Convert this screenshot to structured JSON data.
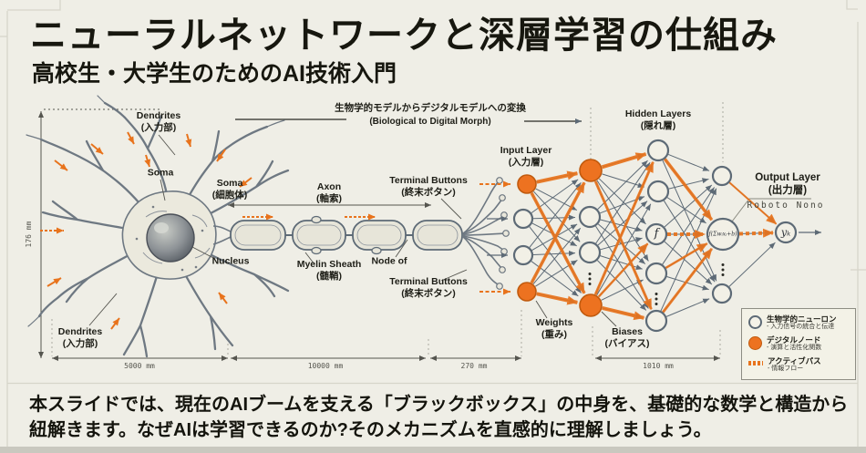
{
  "header": {
    "title": "ニューラルネットワークと深層学習の仕組み",
    "subtitle": "高校生・大学生のためのAI技術入門"
  },
  "morph": {
    "jp": "生物学的モデルからデジタルモデルへの変換",
    "en": "(Biological to Digital Morph)"
  },
  "neuron": {
    "dendrites_top": {
      "en": "Dendrites",
      "jp": "(入力部)"
    },
    "soma_inner": "Soma",
    "soma": {
      "en": "Soma",
      "jp": "(細胞体)"
    },
    "nucleus": "Nucleus",
    "axon": {
      "en": "Axon",
      "jp": "(軸索)"
    },
    "myelin": {
      "en": "Myelin Sheath",
      "jp": "(髄鞘)"
    },
    "node_of": "Node of",
    "terminal_top": {
      "en": "Terminal Buttons",
      "jp": "(終末ボタン)"
    },
    "terminal_bottom": {
      "en": "Terminal Buttons",
      "jp": "(終末ボタン)"
    },
    "dendrites_bottom": {
      "en": "Dendrites",
      "jp": "(入力部)"
    }
  },
  "network": {
    "input": {
      "en": "Input Layer",
      "jp": "(入力層)"
    },
    "hidden": {
      "en": "Hidden Layers",
      "jp": "(隠れ層)"
    },
    "output": {
      "en": "Output Layer",
      "jp": "(出力層)"
    },
    "weights": {
      "en": "Weights",
      "jp": "(重み)"
    },
    "biases": {
      "en": "Biases",
      "jp": "(バイアス)"
    },
    "watermark": "Roboto Nono",
    "activation": "f",
    "formula": "f(Σwᵢxᵢ+b)",
    "output_node": "yₖ"
  },
  "measurements": {
    "height": "176 mm",
    "dendrites": "5000 mm",
    "axon": "10000 mm",
    "terminals": "270 mm",
    "network": "1010 mm"
  },
  "legend": {
    "items": [
      {
        "title": "生物学的ニューロン",
        "desc": "- 入力信号の統合と伝達"
      },
      {
        "title": "デジタルノード",
        "desc": "- 演算と活性化関数"
      },
      {
        "title": "アクティブパス",
        "desc": "- 情報フロー"
      }
    ]
  },
  "footer": {
    "text": "本スライドでは、現在のAIブームを支える「ブラックボックス」の中身を、基礎的な数学と構造から紐解きます。なぜAIは学習できるのか?そのメカニズムを直感的に理解しましょう。"
  },
  "colors": {
    "accent": "#ed7220",
    "node_stroke": "#5d6a76",
    "background": "#efeee6",
    "ink": "#17170f"
  }
}
